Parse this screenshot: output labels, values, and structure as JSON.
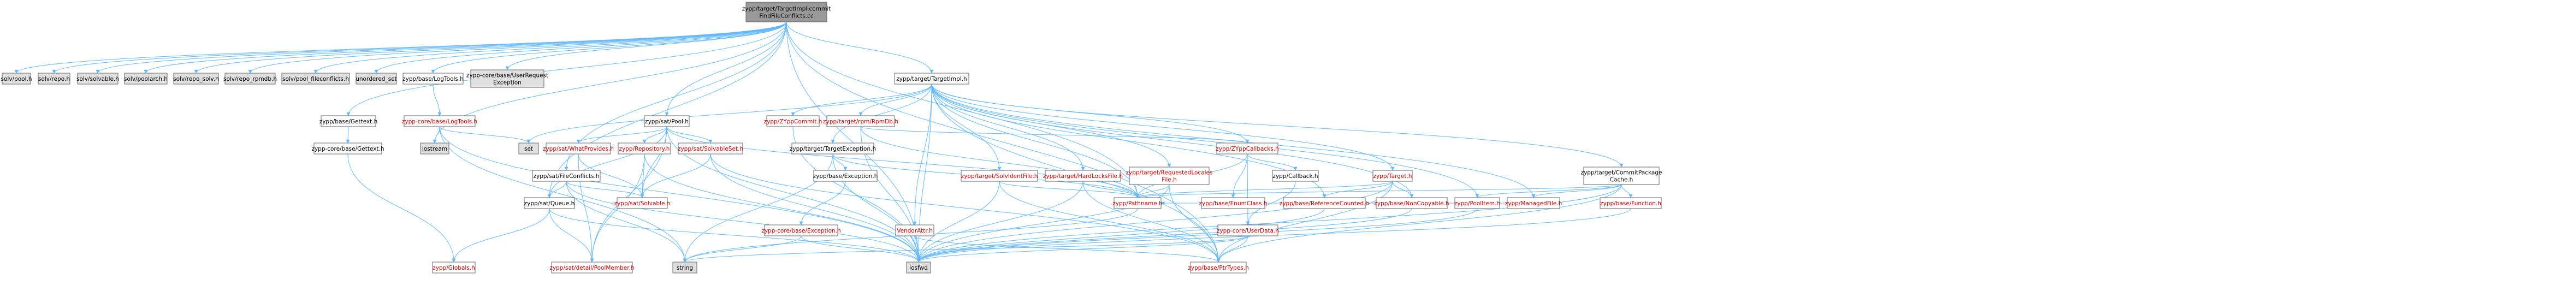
{
  "nodes": [
    {
      "id": "root",
      "lines": [
        "zypp/target/TargetImpl.commit",
        "FindFileConflicts.cc"
      ],
      "style": "root"
    },
    {
      "id": "pool",
      "lines": [
        "solv/pool.h"
      ],
      "style": "gray"
    },
    {
      "id": "repo",
      "lines": [
        "solv/repo.h"
      ],
      "style": "gray"
    },
    {
      "id": "solvable",
      "lines": [
        "solv/solvable.h"
      ],
      "style": "gray"
    },
    {
      "id": "poolarch",
      "lines": [
        "solv/poolarch.h"
      ],
      "style": "gray"
    },
    {
      "id": "repo_solv",
      "lines": [
        "solv/repo_solv.h"
      ],
      "style": "gray"
    },
    {
      "id": "repo_rpmdb",
      "lines": [
        "solv/repo_rpmdb.h"
      ],
      "style": "gray"
    },
    {
      "id": "pool_fileconflicts",
      "lines": [
        "solv/pool_fileconflicts.h"
      ],
      "style": "gray"
    },
    {
      "id": "unordered_set",
      "lines": [
        "unordered_set"
      ],
      "style": "gray"
    },
    {
      "id": "logtools",
      "lines": [
        "zypp/base/LogTools.h"
      ],
      "style": "plain"
    },
    {
      "id": "userrequest",
      "lines": [
        "zypp-core/base/UserRequest",
        "Exception"
      ],
      "style": "gray"
    },
    {
      "id": "targetimpl",
      "lines": [
        "zypp/target/TargetImpl.h"
      ],
      "style": "plain"
    },
    {
      "id": "gettext",
      "lines": [
        "zypp/base/Gettext.h"
      ],
      "style": "plain"
    },
    {
      "id": "coregettext",
      "lines": [
        "zypp-core/base/Gettext.h"
      ],
      "style": "plain"
    },
    {
      "id": "globals",
      "lines": [
        "zypp/Globals.h"
      ],
      "style": "red"
    },
    {
      "id": "corelogtools",
      "lines": [
        "zypp-core/base/LogTools.h"
      ],
      "style": "red"
    },
    {
      "id": "iostream",
      "lines": [
        "iostream"
      ],
      "style": "gray"
    },
    {
      "id": "set",
      "lines": [
        "set"
      ],
      "style": "gray"
    },
    {
      "id": "satpool",
      "lines": [
        "zypp/sat/Pool.h"
      ],
      "style": "plain"
    },
    {
      "id": "whatprovides",
      "lines": [
        "zypp/sat/WhatProvides.h"
      ],
      "style": "red"
    },
    {
      "id": "repository",
      "lines": [
        "zypp/Repository.h"
      ],
      "style": "red"
    },
    {
      "id": "solvableset",
      "lines": [
        "zypp/sat/SolvableSet.h"
      ],
      "style": "red"
    },
    {
      "id": "fileconflicts",
      "lines": [
        "zypp/sat/FileConflicts.h"
      ],
      "style": "plain"
    },
    {
      "id": "queue",
      "lines": [
        "zypp/sat/Queue.h"
      ],
      "style": "plain"
    },
    {
      "id": "satsolvable",
      "lines": [
        "zypp/sat/Solvable.h"
      ],
      "style": "red"
    },
    {
      "id": "poolmember",
      "lines": [
        "zypp/sat/detail/PoolMember.h"
      ],
      "style": "red"
    },
    {
      "id": "string",
      "lines": [
        "string"
      ],
      "style": "gray"
    },
    {
      "id": "iosfwd",
      "lines": [
        "iosfwd"
      ],
      "style": "gray"
    },
    {
      "id": "ztcommit",
      "lines": [
        "zypp/ZYppCommit.h"
      ],
      "style": "red"
    },
    {
      "id": "rpmdb",
      "lines": [
        "zypp/target/rpm/RpmDb.h"
      ],
      "style": "red"
    },
    {
      "id": "targetexception",
      "lines": [
        "zypp/target/TargetException.h"
      ],
      "style": "plain"
    },
    {
      "id": "baseexception",
      "lines": [
        "zypp/base/Exception.h"
      ],
      "style": "plain"
    },
    {
      "id": "coreexception",
      "lines": [
        "zypp-core/base/Exception.h"
      ],
      "style": "red"
    },
    {
      "id": "vendorattr",
      "lines": [
        "VendorAttr.h"
      ],
      "style": "red"
    },
    {
      "id": "solvidentfile",
      "lines": [
        "zypp/target/SolvIdentFile.h"
      ],
      "style": "red"
    },
    {
      "id": "hardlocks",
      "lines": [
        "zypp/target/HardLocksFile.h"
      ],
      "style": "red"
    },
    {
      "id": "requestedlocales",
      "lines": [
        "zypp/target/RequestedLocales",
        "File.h"
      ],
      "style": "red"
    },
    {
      "id": "callbacks",
      "lines": [
        "zypp/ZYppCallbacks.h"
      ],
      "style": "red"
    },
    {
      "id": "enumclass",
      "lines": [
        "zypp/base/EnumClass.h"
      ],
      "style": "red"
    },
    {
      "id": "callback",
      "lines": [
        "zypp/Callback.h"
      ],
      "style": "plain"
    },
    {
      "id": "userdata",
      "lines": [
        "zypp-core/UserData.h"
      ],
      "style": "red"
    },
    {
      "id": "pathname",
      "lines": [
        "zypp/Pathname.h"
      ],
      "style": "red"
    },
    {
      "id": "refcounted",
      "lines": [
        "zypp/base/ReferenceCounted.h"
      ],
      "style": "red"
    },
    {
      "id": "target",
      "lines": [
        "zypp/Target.h"
      ],
      "style": "red"
    },
    {
      "id": "noncopyable",
      "lines": [
        "zypp/base/NonCopyable.h"
      ],
      "style": "red"
    },
    {
      "id": "poolitem",
      "lines": [
        "zypp/PoolItem.h"
      ],
      "style": "red"
    },
    {
      "id": "managedfile",
      "lines": [
        "zypp/ManagedFile.h"
      ],
      "style": "red"
    },
    {
      "id": "commitpackage",
      "lines": [
        "zypp/target/CommitPackage",
        "Cache.h"
      ],
      "style": "plain"
    },
    {
      "id": "function",
      "lines": [
        "zypp/base/Function.h"
      ],
      "style": "red"
    },
    {
      "id": "ptrtypes",
      "lines": [
        "zypp/base/PtrTypes.h"
      ],
      "style": "red"
    }
  ],
  "edges": [
    [
      "root",
      "pool"
    ],
    [
      "root",
      "repo"
    ],
    [
      "root",
      "solvable"
    ],
    [
      "root",
      "poolarch"
    ],
    [
      "root",
      "repo_solv"
    ],
    [
      "root",
      "repo_rpmdb"
    ],
    [
      "root",
      "pool_fileconflicts"
    ],
    [
      "root",
      "unordered_set"
    ],
    [
      "root",
      "logtools"
    ],
    [
      "root",
      "userrequest"
    ],
    [
      "root",
      "targetimpl"
    ],
    [
      "root",
      "gettext"
    ],
    [
      "root",
      "iostream"
    ],
    [
      "root",
      "satpool"
    ],
    [
      "root",
      "fileconflicts"
    ],
    [
      "root",
      "queue"
    ],
    [
      "root",
      "ptrtypes"
    ],
    [
      "root",
      "pathname"
    ],
    [
      "root",
      "iosfwd"
    ],
    [
      "gettext",
      "coregettext"
    ],
    [
      "coregettext",
      "globals"
    ],
    [
      "logtools",
      "corelogtools"
    ],
    [
      "corelogtools",
      "iostream"
    ],
    [
      "corelogtools",
      "set"
    ],
    [
      "corelogtools",
      "iosfwd"
    ],
    [
      "corelogtools",
      "string"
    ],
    [
      "satpool",
      "whatprovides"
    ],
    [
      "satpool",
      "repository"
    ],
    [
      "satpool",
      "solvableset"
    ],
    [
      "satpool",
      "queue"
    ],
    [
      "satpool",
      "poolmember"
    ],
    [
      "satpool",
      "iosfwd"
    ],
    [
      "satpool",
      "pathname"
    ],
    [
      "satpool",
      "satsolvable"
    ],
    [
      "whatprovides",
      "satsolvable"
    ],
    [
      "whatprovides",
      "poolmember"
    ],
    [
      "repository",
      "satsolvable"
    ],
    [
      "repository",
      "iosfwd"
    ],
    [
      "repository",
      "poolmember"
    ],
    [
      "solvableset",
      "satsolvable"
    ],
    [
      "solvableset",
      "ptrtypes"
    ],
    [
      "solvableset",
      "iosfwd"
    ],
    [
      "fileconflicts",
      "queue"
    ],
    [
      "fileconflicts",
      "satsolvable"
    ],
    [
      "fileconflicts",
      "iosfwd"
    ],
    [
      "fileconflicts",
      "string"
    ],
    [
      "queue",
      "globals"
    ],
    [
      "queue",
      "poolmember"
    ],
    [
      "queue",
      "iosfwd"
    ],
    [
      "targetimpl",
      "ztcommit"
    ],
    [
      "targetimpl",
      "rpmdb"
    ],
    [
      "targetimpl",
      "targetexception"
    ],
    [
      "targetimpl",
      "vendorattr"
    ],
    [
      "targetimpl",
      "solvidentfile"
    ],
    [
      "targetimpl",
      "hardlocks"
    ],
    [
      "targetimpl",
      "requestedlocales"
    ],
    [
      "targetimpl",
      "callbacks"
    ],
    [
      "targetimpl",
      "target"
    ],
    [
      "targetimpl",
      "commitpackage"
    ],
    [
      "targetimpl",
      "set"
    ],
    [
      "targetimpl",
      "pathname"
    ],
    [
      "targetimpl",
      "ptrtypes"
    ],
    [
      "targetimpl",
      "noncopyable"
    ],
    [
      "targetimpl",
      "poolitem"
    ],
    [
      "targetimpl",
      "managedfile"
    ],
    [
      "targetimpl",
      "iosfwd"
    ],
    [
      "targetimpl",
      "refcounted"
    ],
    [
      "ztcommit",
      "iosfwd"
    ],
    [
      "rpmdb",
      "pathname"
    ],
    [
      "rpmdb",
      "iosfwd"
    ],
    [
      "rpmdb",
      "callbacks"
    ],
    [
      "targetexception",
      "baseexception"
    ],
    [
      "targetexception",
      "pathname"
    ],
    [
      "targetexception",
      "string"
    ],
    [
      "targetexception",
      "iosfwd"
    ],
    [
      "baseexception",
      "coreexception"
    ],
    [
      "coreexception",
      "string"
    ],
    [
      "coreexception",
      "iosfwd"
    ],
    [
      "vendorattr",
      "iosfwd"
    ],
    [
      "vendorattr",
      "ptrtypes"
    ],
    [
      "solvidentfile",
      "pathname"
    ],
    [
      "solvidentfile",
      "iosfwd"
    ],
    [
      "solvidentfile",
      "ptrtypes"
    ],
    [
      "hardlocks",
      "pathname"
    ],
    [
      "hardlocks",
      "ptrtypes"
    ],
    [
      "hardlocks",
      "iosfwd"
    ],
    [
      "requestedlocales",
      "pathname"
    ],
    [
      "requestedlocales",
      "ptrtypes"
    ],
    [
      "requestedlocales",
      "iosfwd"
    ],
    [
      "callbacks",
      "enumclass"
    ],
    [
      "callbacks",
      "callback"
    ],
    [
      "callbacks",
      "userdata"
    ],
    [
      "callbacks",
      "pathname"
    ],
    [
      "callback",
      "userdata"
    ],
    [
      "userdata",
      "string"
    ],
    [
      "userdata",
      "iosfwd"
    ],
    [
      "userdata",
      "ptrtypes"
    ],
    [
      "target",
      "refcounted"
    ],
    [
      "target",
      "noncopyable"
    ],
    [
      "target",
      "pathname"
    ],
    [
      "target",
      "ptrtypes"
    ],
    [
      "target",
      "iosfwd"
    ],
    [
      "poolitem",
      "iosfwd"
    ],
    [
      "managedfile",
      "pathname"
    ],
    [
      "commitpackage",
      "function"
    ],
    [
      "commitpackage",
      "managedfile"
    ],
    [
      "commitpackage",
      "poolitem"
    ],
    [
      "commitpackage",
      "pathname"
    ],
    [
      "commitpackage",
      "ptrtypes"
    ],
    [
      "commitpackage",
      "iosfwd"
    ],
    [
      "refcounted",
      "iosfwd"
    ],
    [
      "noncopyable",
      "iosfwd"
    ],
    [
      "function",
      "iosfwd"
    ],
    [
      "pathname",
      "string"
    ]
  ],
  "colors": {
    "edge": "#63b8ff",
    "root_fill": "#999999",
    "gray_fill": "#e0e0e0",
    "plain_fill": "#ffffff",
    "border": "#666666",
    "red_text": "#cc0000",
    "black_text": "#000000"
  }
}
